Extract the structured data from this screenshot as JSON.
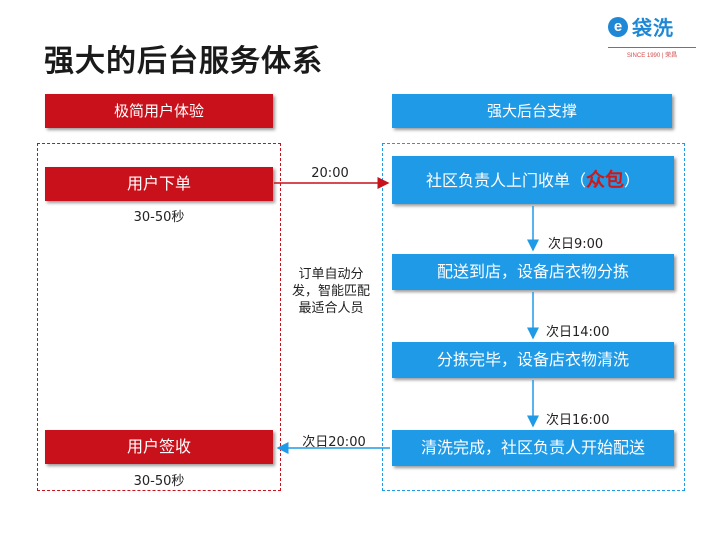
{
  "title": "强大的后台服务体系",
  "logo": {
    "mark": "e",
    "text": "袋洗",
    "tagline": "SINCE 1990 | 荣昌"
  },
  "left_header": "极简用户体验",
  "right_header": "强大后台支撑",
  "user_order": {
    "label": "用户下单",
    "duration": "30-50秒"
  },
  "user_sign": {
    "label": "用户签收",
    "duration": "30-50秒"
  },
  "dispatch_note": "订单自动分发，智能匹配最适合人员",
  "arrows": {
    "top_time": "20:00",
    "bottom_time": "次日20:00",
    "t1": "次日9:00",
    "t2": "次日14:00",
    "t3": "次日16:00"
  },
  "steps": {
    "s1_main": "社区负责人上门收单（",
    "s1_highlight": "众包",
    "s1_end": "）",
    "s2": "配送到店，设备店衣物分拣",
    "s3": "分拣完毕，设备店衣物清洗",
    "s4": "清洗完成，社区负责人开始配送"
  },
  "colors": {
    "red": "#c9111b",
    "blue": "#1f9ae6"
  }
}
